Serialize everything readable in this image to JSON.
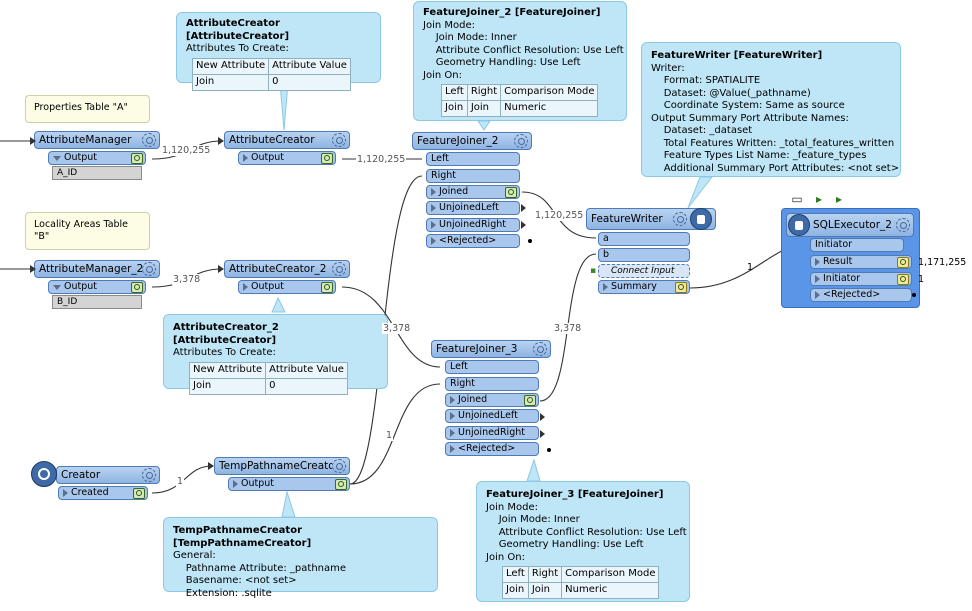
{
  "annotations": {
    "attributecreator": {
      "title": "AttributeCreator [AttributeCreator]",
      "lines": [
        "Attributes To Create:"
      ],
      "table": [
        [
          "New Attribute",
          "Attribute Value"
        ],
        [
          "Join",
          "0"
        ]
      ]
    },
    "featurejoiner2": {
      "title": "FeatureJoiner_2 [FeatureJoiner]",
      "lines": [
        "Join Mode:",
        "    Join Mode: Inner",
        "    Attribute Conflict Resolution: Use Left",
        "    Geometry Handling: Use Left",
        "Join On:"
      ],
      "table": [
        [
          "Left",
          "Right",
          "Comparison Mode"
        ],
        [
          "Join",
          "Join",
          "Numeric"
        ]
      ]
    },
    "featurewriter": {
      "title": "FeatureWriter [FeatureWriter]",
      "lines": [
        "Writer:",
        "    Format: SPATIALITE",
        "    Dataset: @Value(_pathname)",
        "    Coordinate System: Same as source",
        "Output Summary Port Attribute Names:",
        "    Dataset: _dataset",
        "    Total Features Written: _total_features_written",
        "    Feature Types List Name: _feature_types",
        "    Additional Summary Port Attributes: <not set>"
      ]
    },
    "attributecreator2": {
      "title": "AttributeCreator_2 [AttributeCreator]",
      "lines": [
        "Attributes To Create:"
      ],
      "table": [
        [
          "New Attribute",
          "Attribute Value"
        ],
        [
          "Join",
          "0"
        ]
      ]
    },
    "featurejoiner3": {
      "title": "FeatureJoiner_3 [FeatureJoiner]",
      "lines": [
        "Join Mode:",
        "    Join Mode: Inner",
        "    Attribute Conflict Resolution: Use Left",
        "    Geometry Handling: Use Left",
        "Join On:"
      ],
      "table": [
        [
          "Left",
          "Right",
          "Comparison Mode"
        ],
        [
          "Join",
          "Join",
          "Numeric"
        ]
      ]
    },
    "temppathname": {
      "title": "TempPathnameCreator [TempPathnameCreator]",
      "lines": [
        "General:",
        "    Pathname Attribute: _pathname",
        "    Basename: <not set>",
        "    Extension: .sqlite"
      ]
    }
  },
  "notes": {
    "properties": "Properties Table \"A\"",
    "locality_line1": "Locality Areas Table",
    "locality_line2": "\"B\""
  },
  "transformers": {
    "attributemanager": {
      "name": "AttributeManager",
      "port": "Output",
      "attr": "A_ID"
    },
    "attributemanager2": {
      "name": "AttributeManager_2",
      "port": "Output",
      "attr": "B_ID"
    },
    "attributecreator": {
      "name": "AttributeCreator",
      "port": "Output"
    },
    "attributecreator2": {
      "name": "AttributeCreator_2",
      "port": "Output"
    },
    "featurejoiner2": {
      "name": "FeatureJoiner_2",
      "inputs": [
        "Left",
        "Right"
      ],
      "outputs": [
        "Joined",
        "UnjoinedLeft",
        "UnjoinedRight",
        "<Rejected>"
      ]
    },
    "featurejoiner3": {
      "name": "FeatureJoiner_3",
      "inputs": [
        "Left",
        "Right"
      ],
      "outputs": [
        "Joined",
        "UnjoinedLeft",
        "UnjoinedRight",
        "<Rejected>"
      ]
    },
    "featurewriter": {
      "name": "FeatureWriter",
      "inputs": [
        "a",
        "b"
      ],
      "connect": "Connect Input",
      "output": "Summary"
    },
    "creator": {
      "name": "Creator",
      "port": "Created"
    },
    "temppathname": {
      "name": "TempPathnameCreator",
      "port": "Output"
    },
    "sqlexecutor2": {
      "name": "SQLExecutor_2",
      "input": "Initiator",
      "outputs": [
        "Result",
        "Initiator",
        "<Rejected>"
      ]
    }
  },
  "counts": {
    "am_to_ac": "1,120,255",
    "ac_to_fj2": "1,120,255",
    "am2_to_ac2": "3,378",
    "ac2_to_fj3": "3,378",
    "fj2_to_fw": "1,120,255",
    "fj3_to_fw": "3,378",
    "tp_to_fj3": "1",
    "creator_to_tp": "1",
    "fw_to_sql": "1",
    "sql_result": "1,171,255",
    "sql_initiator": "1"
  },
  "colors": {
    "annotation_bg": "#bfe6f7",
    "transformer_header": "#8fb4e2",
    "selected_bg": "#5b95e8",
    "note_bg": "#fdfde6"
  }
}
